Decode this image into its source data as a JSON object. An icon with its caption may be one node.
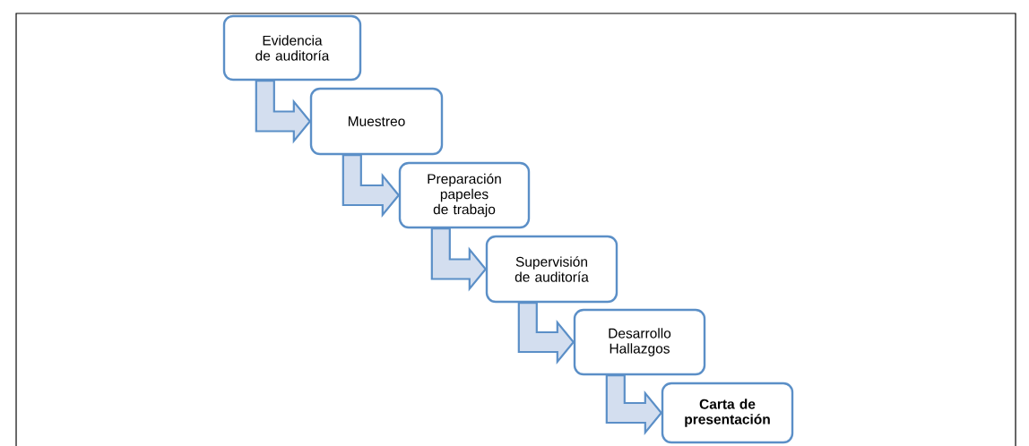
{
  "diagram": {
    "nodes": [
      {
        "text": [
          "Evidencia de auditoría"
        ]
      },
      {
        "text": [
          "Muestreo"
        ]
      },
      {
        "text": [
          "Preparación papeles de trabajo"
        ]
      },
      {
        "text": [
          "Supervisión de auditoría"
        ]
      },
      {
        "text": [
          "Desarrollo Hallazgos"
        ]
      },
      {
        "text": [
          "Carta de presentación"
        ]
      }
    ],
    "edges": [
      {
        "from": 0,
        "to": 1,
        "arrow": "to"
      },
      {
        "from": 1,
        "to": 2,
        "arrow": "to"
      },
      {
        "from": 2,
        "to": 3,
        "arrow": "to"
      },
      {
        "from": 3,
        "to": 4,
        "arrow": "to"
      },
      {
        "from": 4,
        "to": 5,
        "arrow": "to"
      }
    ]
  }
}
